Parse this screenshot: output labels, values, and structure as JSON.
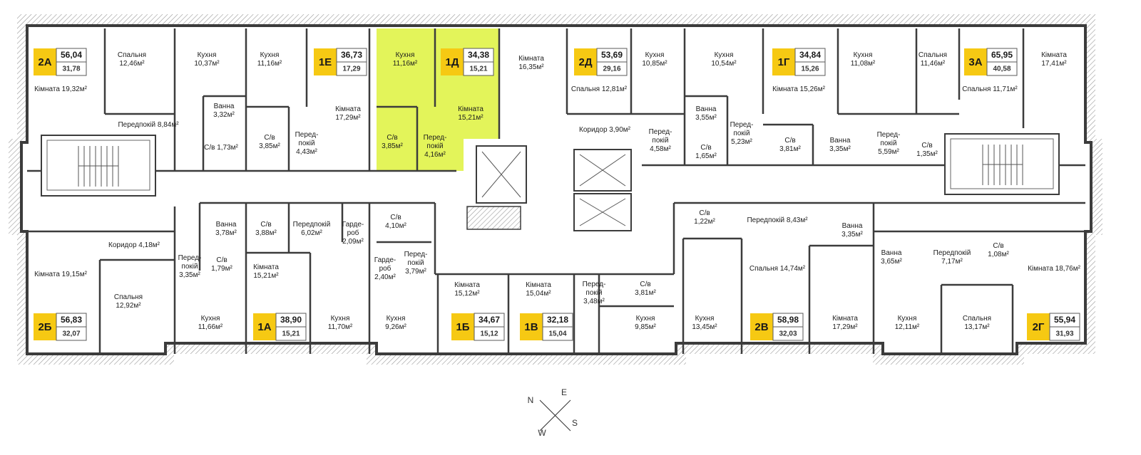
{
  "apartments": [
    {
      "code": "2А",
      "total": "56,04",
      "living": "31,78"
    },
    {
      "code": "1Е",
      "total": "36,73",
      "living": "17,29"
    },
    {
      "code": "1Д",
      "total": "34,38",
      "living": "15,21",
      "highlighted": true
    },
    {
      "code": "2Д",
      "total": "53,69",
      "living": "29,16"
    },
    {
      "code": "1Г",
      "total": "34,84",
      "living": "15,26"
    },
    {
      "code": "3А",
      "total": "65,95",
      "living": "40,58"
    },
    {
      "code": "2Б",
      "total": "56,83",
      "living": "32,07"
    },
    {
      "code": "1А",
      "total": "38,90",
      "living": "15,21"
    },
    {
      "code": "1Б",
      "total": "34,67",
      "living": "15,12"
    },
    {
      "code": "1В",
      "total": "32,18",
      "living": "15,04"
    },
    {
      "code": "2В",
      "total": "58,98",
      "living": "32,03"
    },
    {
      "code": "2Г",
      "total": "55,94",
      "living": "31,93"
    }
  ],
  "rooms": [
    [
      "Спальня",
      "12,46м²"
    ],
    [
      "Кухня",
      "10,37м²"
    ],
    [
      "Кімната 19,32м²",
      ""
    ],
    [
      "Передпокій 8,84м²",
      ""
    ],
    [
      "Ванна",
      "3,32м²"
    ],
    [
      "С/в 1,73м²",
      ""
    ],
    [
      "Кухня",
      "11,16м²"
    ],
    [
      "С/в",
      "3,85м²"
    ],
    [
      "Перед-",
      "покій",
      "4,43м²"
    ],
    [
      "Кімната",
      "17,29м²"
    ],
    [
      "Кухня",
      "11,16м²"
    ],
    [
      "С/в",
      "3,85м²"
    ],
    [
      "Перед-",
      "покій",
      "4,16м²"
    ],
    [
      "Кімната",
      "15,21м²"
    ],
    [
      "Кімната",
      "16,35м²"
    ],
    [
      "Спальня 12,81м²",
      ""
    ],
    [
      "Кухня",
      "10,85м²"
    ],
    [
      "Коридор 3,90м²",
      ""
    ],
    [
      "Перед-",
      "покій",
      "4,58м²"
    ],
    [
      "Кухня",
      "10,54м²"
    ],
    [
      "Ванна",
      "3,55м²"
    ],
    [
      "С/в",
      "1,65м²"
    ],
    [
      "Перед-",
      "покій",
      "5,23м²"
    ],
    [
      "Кімната 15,26м²",
      ""
    ],
    [
      "С/в",
      "3,81м²"
    ],
    [
      "Кухня",
      "11,08м²"
    ],
    [
      "Ванна",
      "3,35м²"
    ],
    [
      "Спальня",
      "11,46м²"
    ],
    [
      "Перед-",
      "покій",
      "5,59м²"
    ],
    [
      "С/в",
      "1,35м²"
    ],
    [
      "Спальня 11,71м²",
      ""
    ],
    [
      "Кімната",
      "17,41м²"
    ],
    [
      "Коридор 4,18м²",
      ""
    ],
    [
      "Кімната 19,15м²",
      ""
    ],
    [
      "Спальня",
      "12,92м²"
    ],
    [
      "Перед-",
      "покій",
      "3,35м²"
    ],
    [
      "Ванна",
      "3,78м²"
    ],
    [
      "С/в",
      "1,79м²"
    ],
    [
      "Кухня",
      "11,66м²"
    ],
    [
      "С/в",
      "3,88м²"
    ],
    [
      "Передпокій",
      "6,02м²"
    ],
    [
      "Гарде-",
      "роб",
      "2,09м²"
    ],
    [
      "Кімната",
      "15,21м²"
    ],
    [
      "Кухня",
      "11,70м²"
    ],
    [
      "С/в",
      "4,10м²"
    ],
    [
      "Гарде-",
      "роб",
      "2,40м²"
    ],
    [
      "Перед-",
      "покій",
      "3,79м²"
    ],
    [
      "Кухня",
      "9,26м²"
    ],
    [
      "Кімната",
      "15,12м²"
    ],
    [
      "Кімната",
      "15,04м²"
    ],
    [
      "Перед-",
      "покій",
      "3,48м²"
    ],
    [
      "С/в",
      "3,81м²"
    ],
    [
      "Кухня",
      "9,85м²"
    ],
    [
      "С/в",
      "1,22м²"
    ],
    [
      "Передпокій 8,43м²",
      ""
    ],
    [
      "Ванна",
      "3,35м²"
    ],
    [
      "Спальня 14,74м²",
      ""
    ],
    [
      "Кухня",
      "13,45м²"
    ],
    [
      "Кімната",
      "17,29м²"
    ],
    [
      "Ванна",
      "3,65м²"
    ],
    [
      "Передпокій",
      "7,17м²"
    ],
    [
      "С/в",
      "1,08м²"
    ],
    [
      "Кімната 18,76м²",
      ""
    ],
    [
      "Кухня",
      "12,11м²"
    ],
    [
      "Спальня",
      "13,17м²"
    ]
  ],
  "compass": {
    "n": "N",
    "e": "E",
    "s": "S",
    "w": "W"
  },
  "colors": {
    "highlight": "#e3f45a",
    "badge": "#f6c913",
    "wall": "#3c3c3c"
  }
}
